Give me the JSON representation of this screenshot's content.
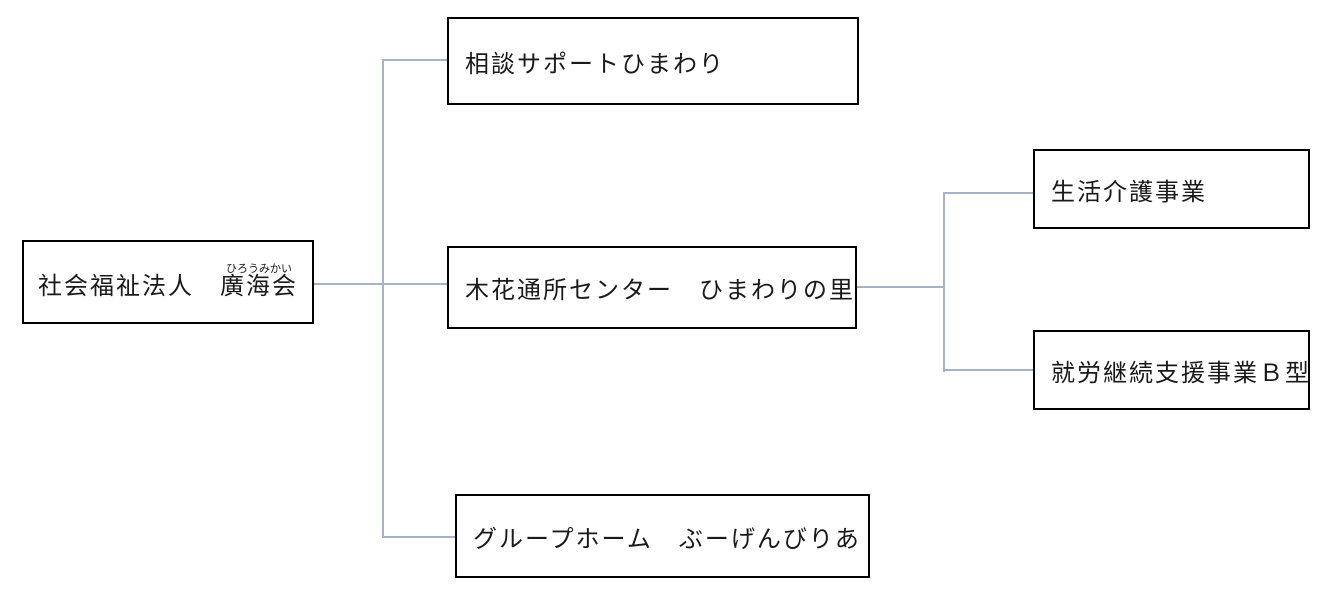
{
  "colors": {
    "connector": "#a5b2c7",
    "box_border": "#000000",
    "text": "#1a1a1a",
    "background": "#ffffff"
  },
  "org": {
    "root": {
      "prefix": "社会福祉法人　",
      "name": "廣海会",
      "furigana": "ひろうみかい"
    },
    "branches": [
      {
        "label": "相談サポートひまわり"
      },
      {
        "label": "木花通所センター　ひまわりの里"
      },
      {
        "label": "グループホーム　ぶーげんびりあ"
      }
    ],
    "sub_branches": [
      {
        "label": "生活介護事業"
      },
      {
        "label": "就労継続支援事業Ｂ型"
      }
    ]
  }
}
